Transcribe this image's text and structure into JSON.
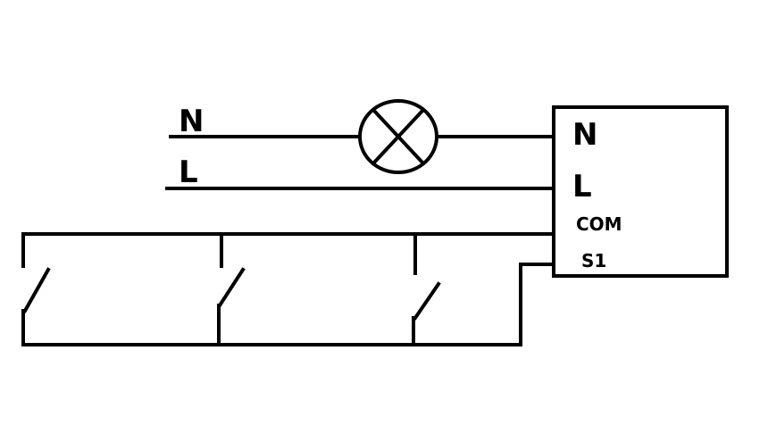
{
  "supply": {
    "neutral_label": "N",
    "live_label": "L"
  },
  "lamp": {
    "icon": "lamp-cross-circle-icon"
  },
  "controller": {
    "terminals": {
      "n": "N",
      "l": "L",
      "com": "COM",
      "s1": "S1"
    }
  },
  "switches": {
    "count": 3,
    "state": "open"
  },
  "colors": {
    "line": "#000000",
    "background": "#ffffff"
  }
}
